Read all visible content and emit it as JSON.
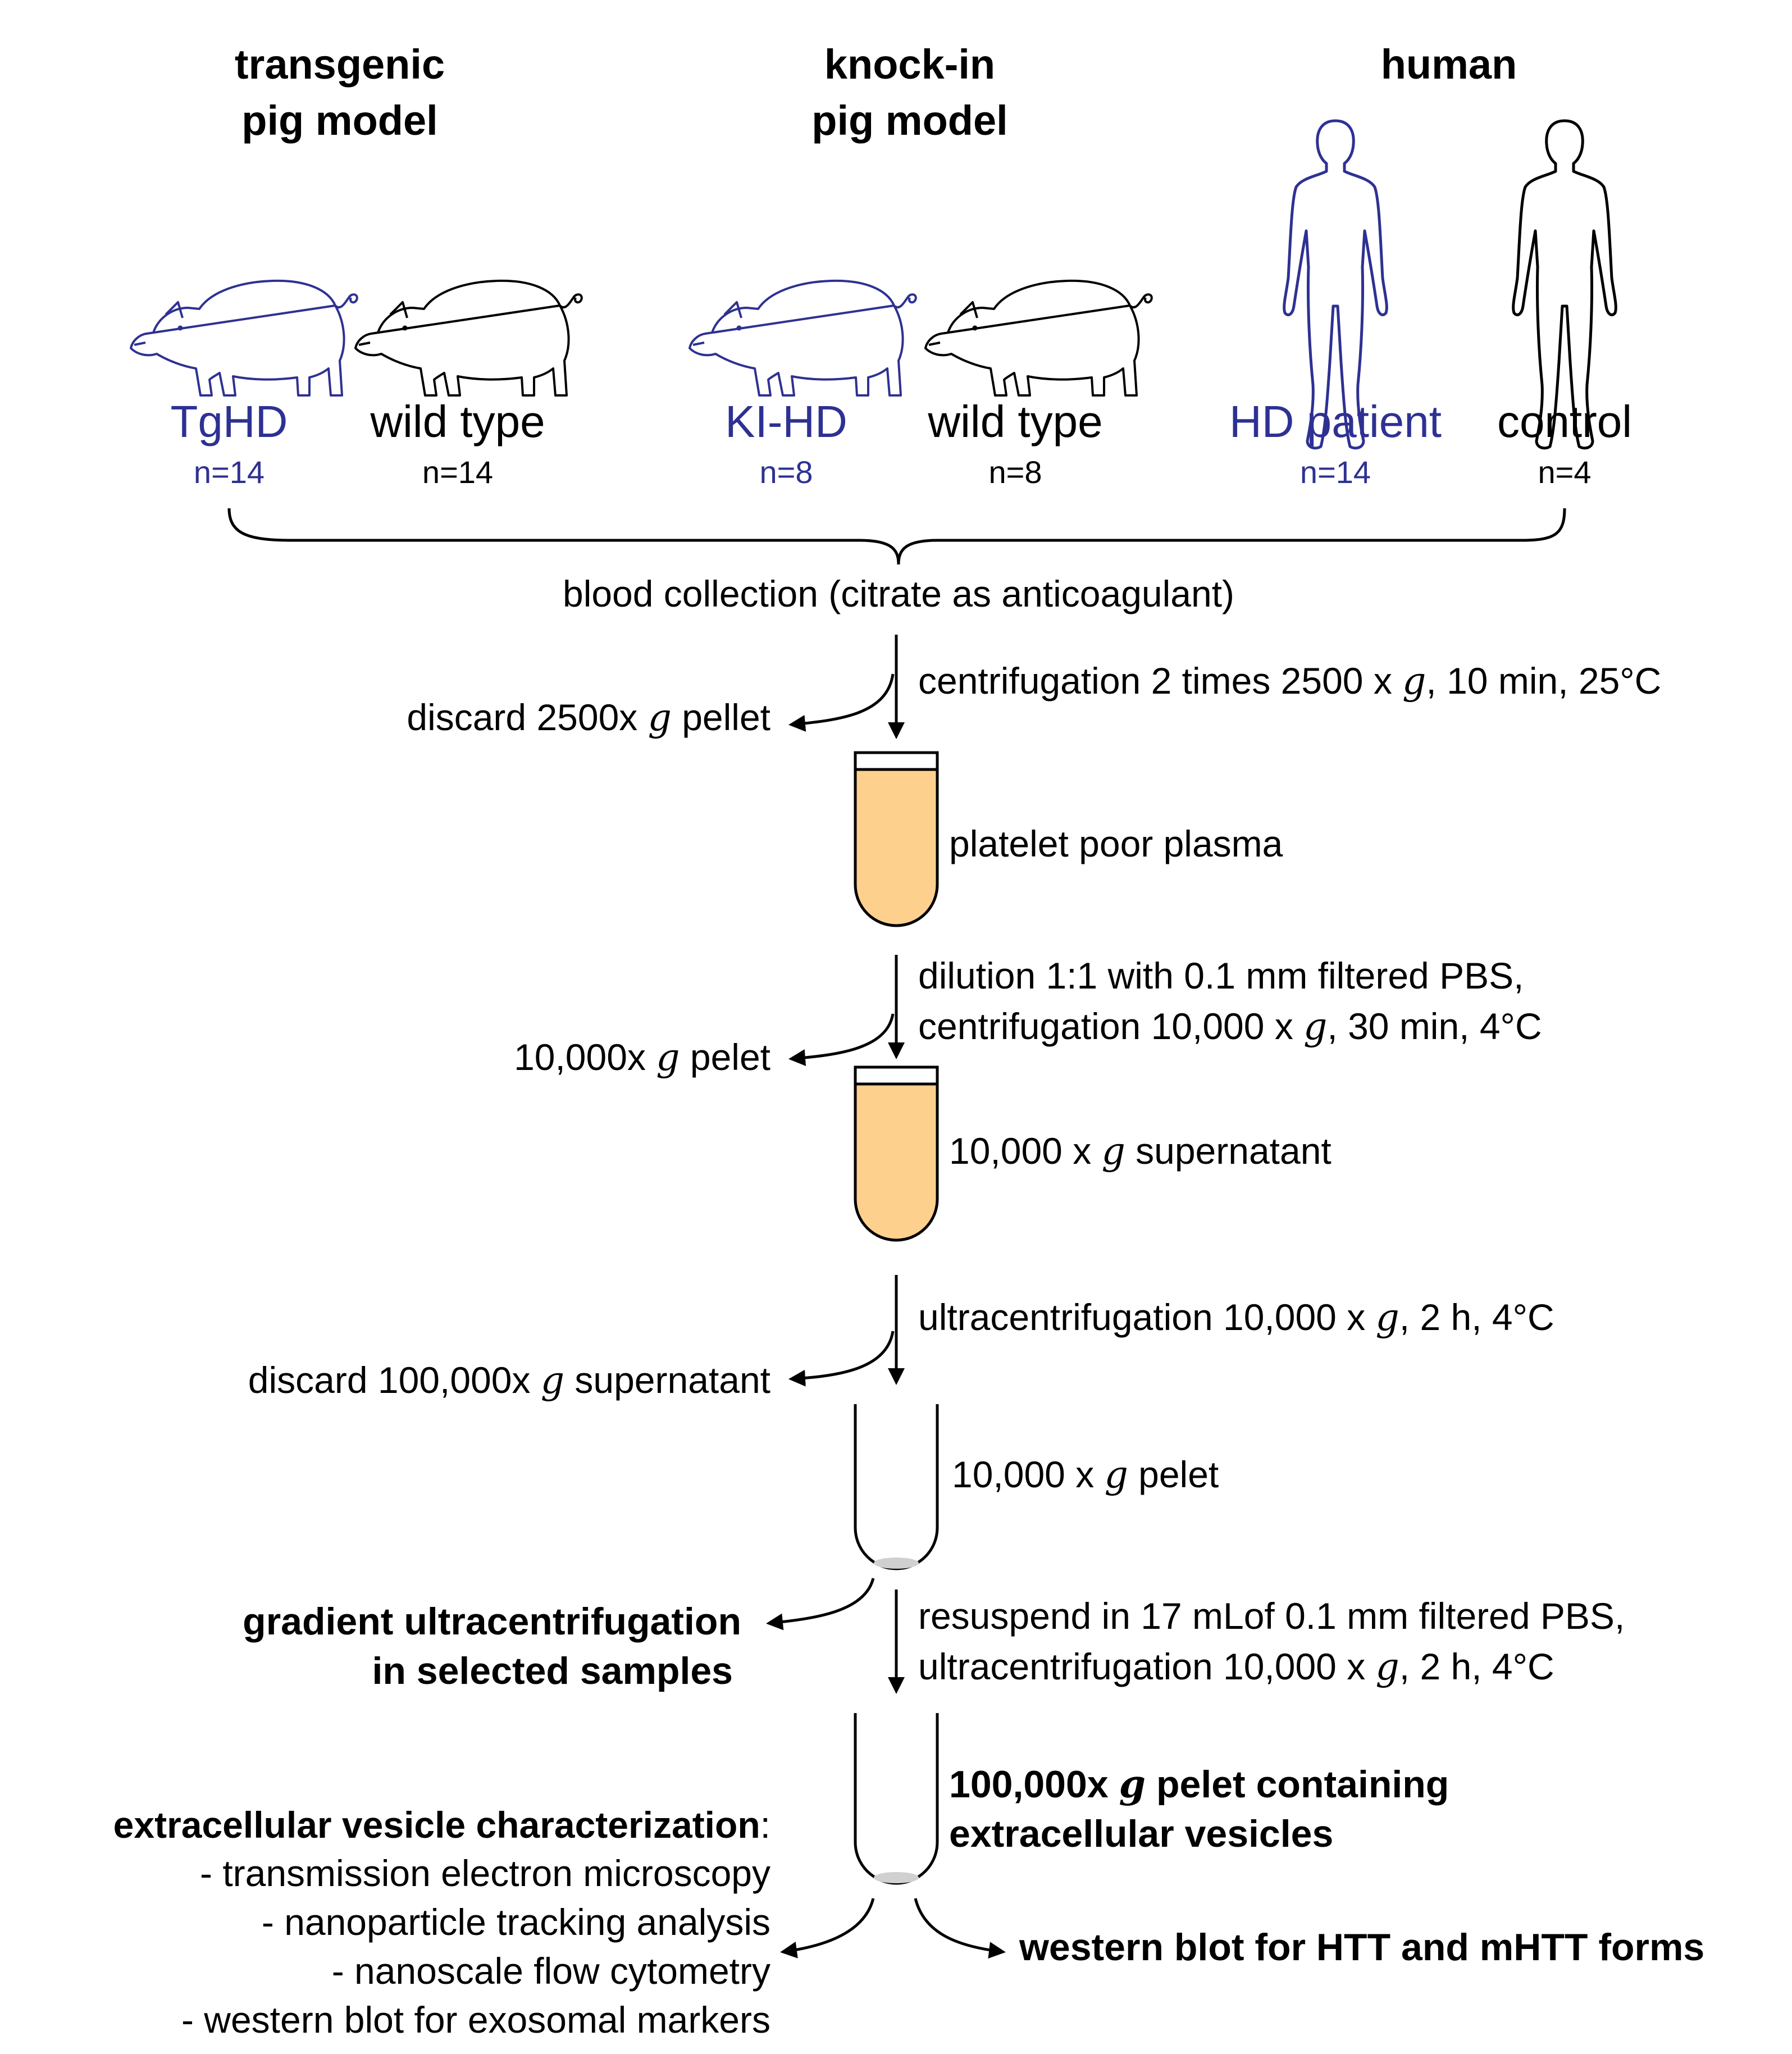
{
  "groups": [
    {
      "title_lines": [
        "transgenic",
        "pig model"
      ],
      "subjects": [
        {
          "label": "TgHD",
          "n": "n=14",
          "style": "hd"
        },
        {
          "label": "wild type",
          "n": "n=14",
          "style": "control"
        }
      ]
    },
    {
      "title_lines": [
        "knock-in",
        "pig model"
      ],
      "subjects": [
        {
          "label": "KI-HD",
          "n": "n=8",
          "style": "hd"
        },
        {
          "label": "wild type",
          "n": "n=8",
          "style": "control"
        }
      ]
    },
    {
      "title_lines": [
        "human"
      ],
      "subjects": [
        {
          "label": "HD patient",
          "n": "n=14",
          "style": "hd"
        },
        {
          "label": "control",
          "n": "n=4",
          "style": "control"
        }
      ]
    }
  ],
  "collection": "blood collection (citrate as anticoagulant)",
  "steps": [
    {
      "pre": "centrifugation 2 times 2500",
      "mult": "x",
      "g": "g",
      "post": ", 10 min, 25°C"
    },
    {
      "line1": "dilution 1:1 with 0.1 mm filtered PBS,",
      "pre": "centrifugation 10,000",
      "mult": "x",
      "g": "g",
      "post": ", 30 min, 4°C"
    },
    {
      "pre": "ultracentrifugation 10,000",
      "mult": "x",
      "g": "g",
      "post": ", 2 h, 4°C"
    },
    {
      "line1": "resuspend in 17 mLof  0.1 mm filtered PBS,",
      "pre": "ultracentrifugation 10,000",
      "mult": "x",
      "g": "g",
      "post": ", 2 h, 4°C"
    }
  ],
  "discards": [
    {
      "pre": "discard 2500",
      "mult": "x",
      "g": "g",
      "post": " pellet"
    },
    {
      "pre": "10,000",
      "mult": "x",
      "g": "g",
      "post": " pelet"
    },
    {
      "pre": "discard 100,000",
      "mult": "x",
      "g": "g",
      "post": " supernatant"
    }
  ],
  "tubes": [
    {
      "pre": "platelet poor plasma",
      "fill": "#fdd08e"
    },
    {
      "pre": "10,000",
      "mult": "x",
      "g": "g",
      "post": " supernatant",
      "fill": "#fdd08e"
    },
    {
      "pre": "10,000",
      "mult": "x",
      "g": "g",
      "post": " pelet",
      "fill": "#ffffff"
    },
    {
      "line1_pre": "100,000",
      "mult": "x",
      "g": "g",
      "line1_post": " pelet containing",
      "line2": "extracellular vesicles",
      "fill": "#ffffff"
    }
  ],
  "gradient": [
    "gradient ultracentrifugation",
    "in selected samples"
  ],
  "characterization": {
    "title": "extracellular vesicle characterization",
    "colon": ":",
    "items": [
      "- transmission electron microscopy",
      "- nanoparticle tracking analysis",
      "- nanoscale flow cytometry",
      "- western blot for exosomal markers"
    ]
  },
  "western": "western blot for HTT and mHTT forms",
  "colors": {
    "hd": "#2e3192",
    "control": "#000000",
    "plasma": "#fdd08e",
    "pellet": "#d0d0d0"
  }
}
